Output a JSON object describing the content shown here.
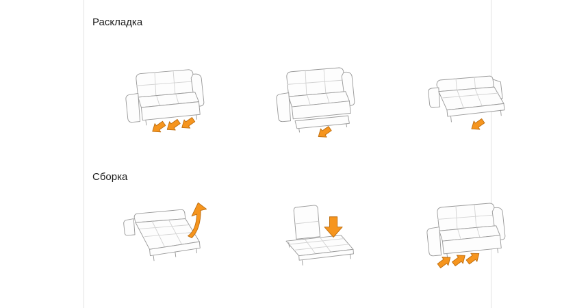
{
  "page": {
    "background": "#ffffff",
    "border_color": "#e3e3e3",
    "sketch_line_color": "#9a9a9a",
    "accent_arrow_color": "#f6951e"
  },
  "sections": [
    {
      "id": "unfold",
      "title": "Раскладка",
      "steps": [
        {
          "index": 1,
          "icon": "sofa-closed-pull-out-icon"
        },
        {
          "index": 2,
          "icon": "sofa-frame-pulled-icon"
        },
        {
          "index": 3,
          "icon": "sofa-half-unfolded-icon"
        },
        {
          "index": 4,
          "icon": "sofa-bed-unfolded-icon"
        }
      ]
    },
    {
      "id": "fold",
      "title": "Сборка",
      "steps": [
        {
          "index": 1,
          "icon": "bed-lift-section-icon"
        },
        {
          "index": 2,
          "icon": "frame-fold-down-icon"
        },
        {
          "index": 3,
          "icon": "sofa-push-in-icon"
        },
        {
          "index": 4,
          "icon": "sofa-assembled-icon"
        }
      ]
    }
  ]
}
